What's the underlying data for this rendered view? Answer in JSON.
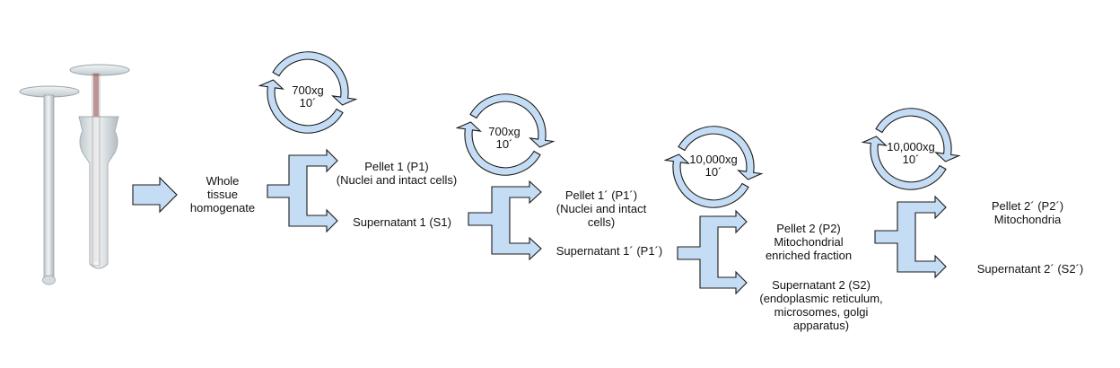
{
  "title": "",
  "colors": {
    "shape_fill": "#c5dcf5",
    "shape_stroke": "#1b1b1b",
    "text": "#111111",
    "glass": "#e6ebee"
  },
  "icons": [
    "homogenizer-illustration",
    "input-arrow-icon",
    "centrifuge-cycle-icon",
    "split-arrow-icon"
  ],
  "start": {
    "label_lines": [
      "Whole",
      "tissue",
      "homogenate"
    ]
  },
  "spins": [
    {
      "speed": "700xg",
      "time": "10´"
    },
    {
      "speed": "700xg",
      "time": "10´"
    },
    {
      "speed": "10,000xg",
      "time": "10´"
    },
    {
      "speed": "10,000xg",
      "time": "10´"
    }
  ],
  "stage1": {
    "pellet_lines": [
      "Pellet 1 (P1)",
      "(Nuclei and intact cells)"
    ],
    "supernatant_lines": [
      "Supernatant 1 (S1)"
    ]
  },
  "stage2": {
    "pellet_lines": [
      "Pellet 1´ (P1´)",
      "(Nuclei and intact",
      "cells)"
    ],
    "supernatant_lines": [
      "Supernatant 1´ (P1´)"
    ]
  },
  "stage3": {
    "pellet_lines": [
      "Pellet 2 (P2)",
      "Mitochondrial",
      "enriched fraction"
    ],
    "supernatant_lines": [
      "Supernatant 2 (S2)",
      "(endoplasmic reticulum,",
      "microsomes, golgi",
      "apparatus)"
    ]
  },
  "stage4": {
    "pellet_lines": [
      "Pellet 2´ (P2´)",
      "Mitochondria"
    ],
    "supernatant_lines": [
      "Supernatant 2´ (S2´)"
    ]
  }
}
